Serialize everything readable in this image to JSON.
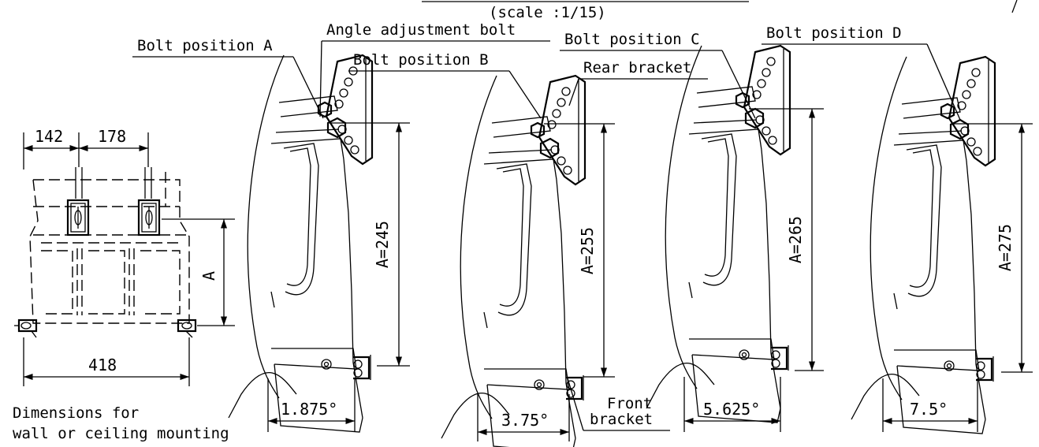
{
  "scale_note": "(scale :1/15)",
  "labels": {
    "bolt_a": "Bolt position A",
    "angle_bolt": "Angle adjustment bolt",
    "bolt_b": "Bolt position B",
    "rear_bracket": "Rear bracket",
    "bolt_c": "Bolt position C",
    "bolt_d": "Bolt position D",
    "front_bracket_1": "Front",
    "front_bracket_2": "bracket",
    "wall_1": "Dimensions for",
    "wall_2": "wall or ceiling mounting"
  },
  "front_view": {
    "dim_left": "142",
    "dim_mid": "178",
    "dim_width": "418",
    "dim_a": "A"
  },
  "positions": [
    {
      "name": "A",
      "height": "A=245",
      "angle": "1.875°"
    },
    {
      "name": "B",
      "height": "A=255",
      "angle": "3.75°"
    },
    {
      "name": "C",
      "height": "A=265",
      "angle": "5.625°"
    },
    {
      "name": "D",
      "height": "A=275",
      "angle": "7.5°"
    }
  ]
}
